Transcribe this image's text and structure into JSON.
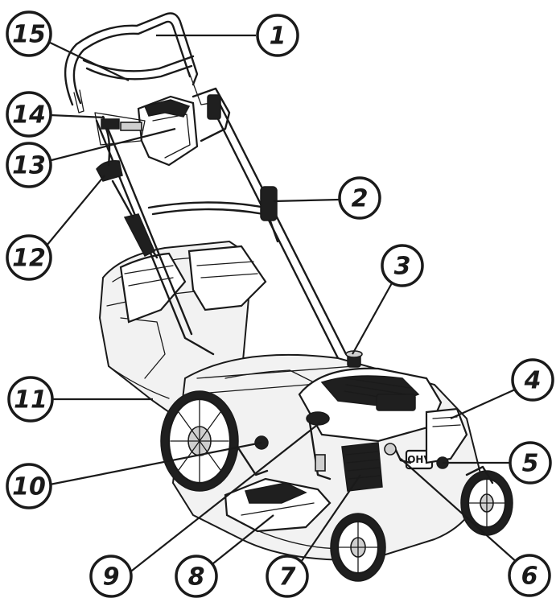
{
  "callouts": [
    {
      "id": "1",
      "label": "1"
    },
    {
      "id": "2",
      "label": "2"
    },
    {
      "id": "3",
      "label": "3"
    },
    {
      "id": "4",
      "label": "4"
    },
    {
      "id": "5",
      "label": "5"
    },
    {
      "id": "6",
      "label": "6"
    },
    {
      "id": "7",
      "label": "7"
    },
    {
      "id": "8",
      "label": "8"
    },
    {
      "id": "9",
      "label": "9"
    },
    {
      "id": "10",
      "label": "10"
    },
    {
      "id": "11",
      "label": "11"
    },
    {
      "id": "12",
      "label": "12"
    },
    {
      "id": "13",
      "label": "13"
    },
    {
      "id": "14",
      "label": "14"
    },
    {
      "id": "15",
      "label": "15"
    }
  ],
  "engine_label": "OHV"
}
